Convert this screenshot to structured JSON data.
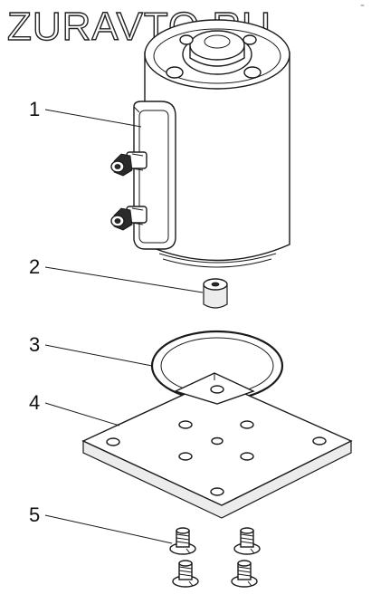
{
  "watermark": "ZURAVTO.RU",
  "corner_mark": "≈",
  "callouts": [
    {
      "label": "1",
      "part": "solenoid-body"
    },
    {
      "label": "2",
      "part": "bushing"
    },
    {
      "label": "3",
      "part": "o-ring"
    },
    {
      "label": "4",
      "part": "mounting-plate"
    },
    {
      "label": "5",
      "part": "screws"
    }
  ]
}
